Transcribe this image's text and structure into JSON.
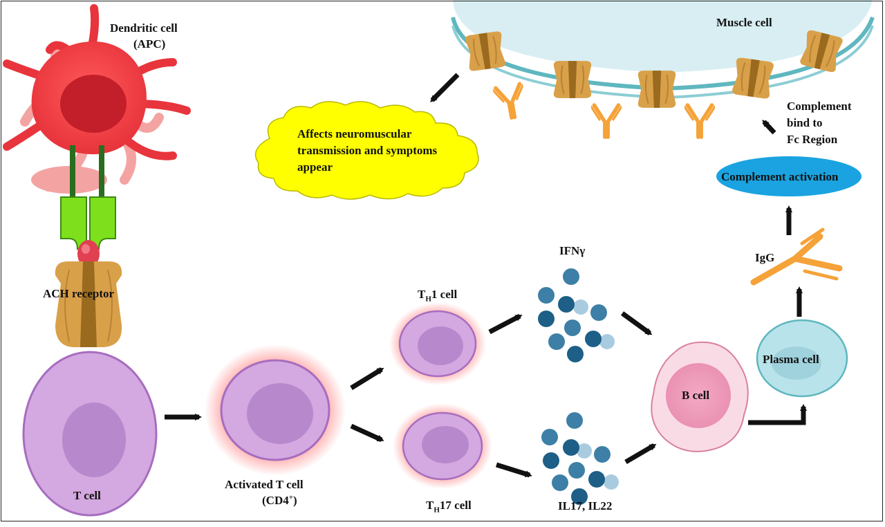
{
  "labels": {
    "dendritic_cell": "Dendritic cell",
    "apc": "(APC)",
    "ach_receptor": "ACH receptor",
    "t_cell": "T cell",
    "activated_t_cell": "Activated T cell",
    "cd4_prefix": "(CD4",
    "cd4_sup": "+",
    "cd4_suffix": ")",
    "th_prefix": "T",
    "th_sub": "H",
    "th1_suffix": "1 cell",
    "th17_suffix": "17 cell",
    "ifn_gamma": "IFNγ",
    "il17_il22": "IL17, IL22",
    "b_cell": "B cell",
    "plasma_cell": "Plasma cell",
    "igg": "IgG",
    "complement_activation": "Complement  activation",
    "complement_bind_line1": "Complement",
    "complement_bind_line2": "bind to",
    "complement_bind_line3": "Fc Region",
    "muscle_cell": "Muscle cell",
    "symptoms_line1": "Affects neuromuscular",
    "symptoms_line2": "transmission and symptoms",
    "symptoms_line3": "appear"
  },
  "colors": {
    "dendritic": "#e8343c",
    "dendritic_nucleus": "#c21f2a",
    "dendritic_halo": "#f4a3a3",
    "receptor_green": "#7ee01c",
    "receptor_tan": "#d9a04a",
    "tcell": "#d4a8e0",
    "tcell_nucleus": "#b888cc",
    "cell_glow": "#ff6b6b",
    "bcell": "#f7c8d8",
    "plasma": "#b9e3ea",
    "cytokine_dark": "#1d5f86",
    "cytokine_mid": "#3d7fa6",
    "cytokine_light": "#a9cbe0",
    "antibody": "#f5a238",
    "muscle": "#d8eef2",
    "muscle_membrane": "#5fb7bf",
    "complement_ellipse": "#1aa3e0",
    "cloud": "#ffff00",
    "arrow": "#111111"
  }
}
